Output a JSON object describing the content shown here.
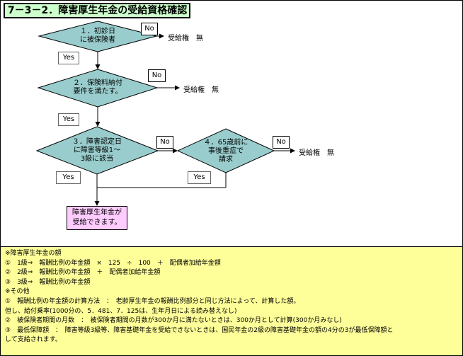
{
  "title": "7－3－2．障害厚生年金の受給資格確認",
  "flow": {
    "d1": [
      "１．初診日",
      "に被保険者"
    ],
    "d2": [
      "２．保険料納付",
      "要件を満たす。"
    ],
    "d3": [
      "３．障害認定日",
      "に障害等級1～",
      "3級に該当"
    ],
    "d4": [
      "４．65歳前に",
      "事後重症で",
      "請求"
    ],
    "no_label": "No",
    "yes_label": "Yes",
    "outcome_none": "受給権　無",
    "result": [
      "障害厚生年金が",
      "受給できます。"
    ]
  },
  "notes": [
    "※障害厚生年金の額",
    "①　1級⇒　報酬比例の年金額　×　125　÷　100　＋　配偶者加給年金額",
    "②　2級⇒　報酬比例の年金額　＋　配偶者加給年金額",
    "③　3級⇒　報酬比例の年金額",
    "※その他",
    "①　報酬比例の年金額の計算方法　：　老齢厚生年金の報酬比例部分と同じ方法によって、計算した額。",
    "但し、給付乗率(1000分の、5．481、7．125は、生年月日による読み替えなし)",
    "②　被保険者期間の月数　：　被保険者期間の月数が300か月に満たないときは、300か月として計算(300か月みなし)",
    "③　最低保障額　：　障害等級3級等、障害基礎年金を受給できないときは、国民年金の2級の障害基礎年金の額の4分の3が最低保障額と",
    "して支給されます。"
  ],
  "colors": {
    "title_bg": "#ccffcc",
    "diamond": "#99cccc",
    "result_bg": "#ffccff",
    "notes_bg": "#ffff99"
  }
}
